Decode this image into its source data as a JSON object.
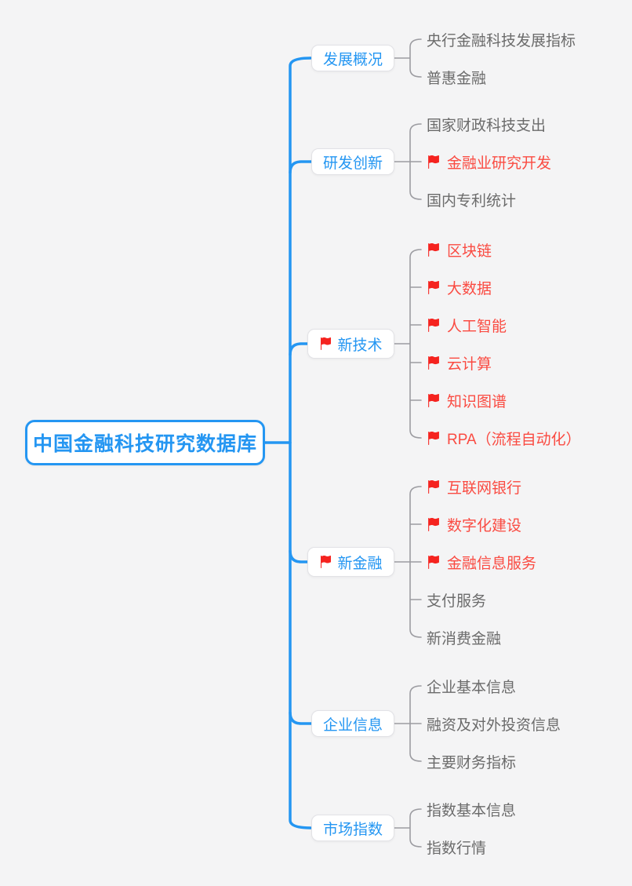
{
  "root": {
    "label": "中国金融科技研究数据库"
  },
  "branches": [
    {
      "label": "发展概况",
      "flag": false,
      "children": [
        {
          "label": "央行金融科技发展指标",
          "flag": false
        },
        {
          "label": "普惠金融",
          "flag": false
        }
      ]
    },
    {
      "label": "研发创新",
      "flag": false,
      "children": [
        {
          "label": "国家财政科技支出",
          "flag": false
        },
        {
          "label": "金融业研究开发",
          "flag": true
        },
        {
          "label": "国内专利统计",
          "flag": false
        }
      ]
    },
    {
      "label": "新技术",
      "flag": true,
      "children": [
        {
          "label": "区块链",
          "flag": true
        },
        {
          "label": "大数据",
          "flag": true
        },
        {
          "label": "人工智能",
          "flag": true
        },
        {
          "label": "云计算",
          "flag": true
        },
        {
          "label": "知识图谱",
          "flag": true
        },
        {
          "label": "RPA（流程自动化）",
          "flag": true
        }
      ]
    },
    {
      "label": "新金融",
      "flag": true,
      "children": [
        {
          "label": "互联网银行",
          "flag": true
        },
        {
          "label": "数字化建设",
          "flag": true
        },
        {
          "label": "金融信息服务",
          "flag": true
        },
        {
          "label": "支付服务",
          "flag": false
        },
        {
          "label": "新消费金融",
          "flag": false
        }
      ]
    },
    {
      "label": "企业信息",
      "flag": false,
      "children": [
        {
          "label": "企业基本信息",
          "flag": false
        },
        {
          "label": "融资及对外投资信息",
          "flag": false
        },
        {
          "label": "主要财务指标",
          "flag": false
        }
      ]
    },
    {
      "label": "市场指数",
      "flag": false,
      "children": [
        {
          "label": "指数基本信息",
          "flag": false
        },
        {
          "label": "指数行情",
          "flag": false
        }
      ]
    }
  ],
  "colors": {
    "accent_blue": "#2496f2",
    "flag_red": "#f5231f",
    "highlight_red": "#fa4b42",
    "leaf_gray": "#6b6b6b",
    "connector_gray": "#9c9ca1",
    "background": "#f4f4f5"
  }
}
